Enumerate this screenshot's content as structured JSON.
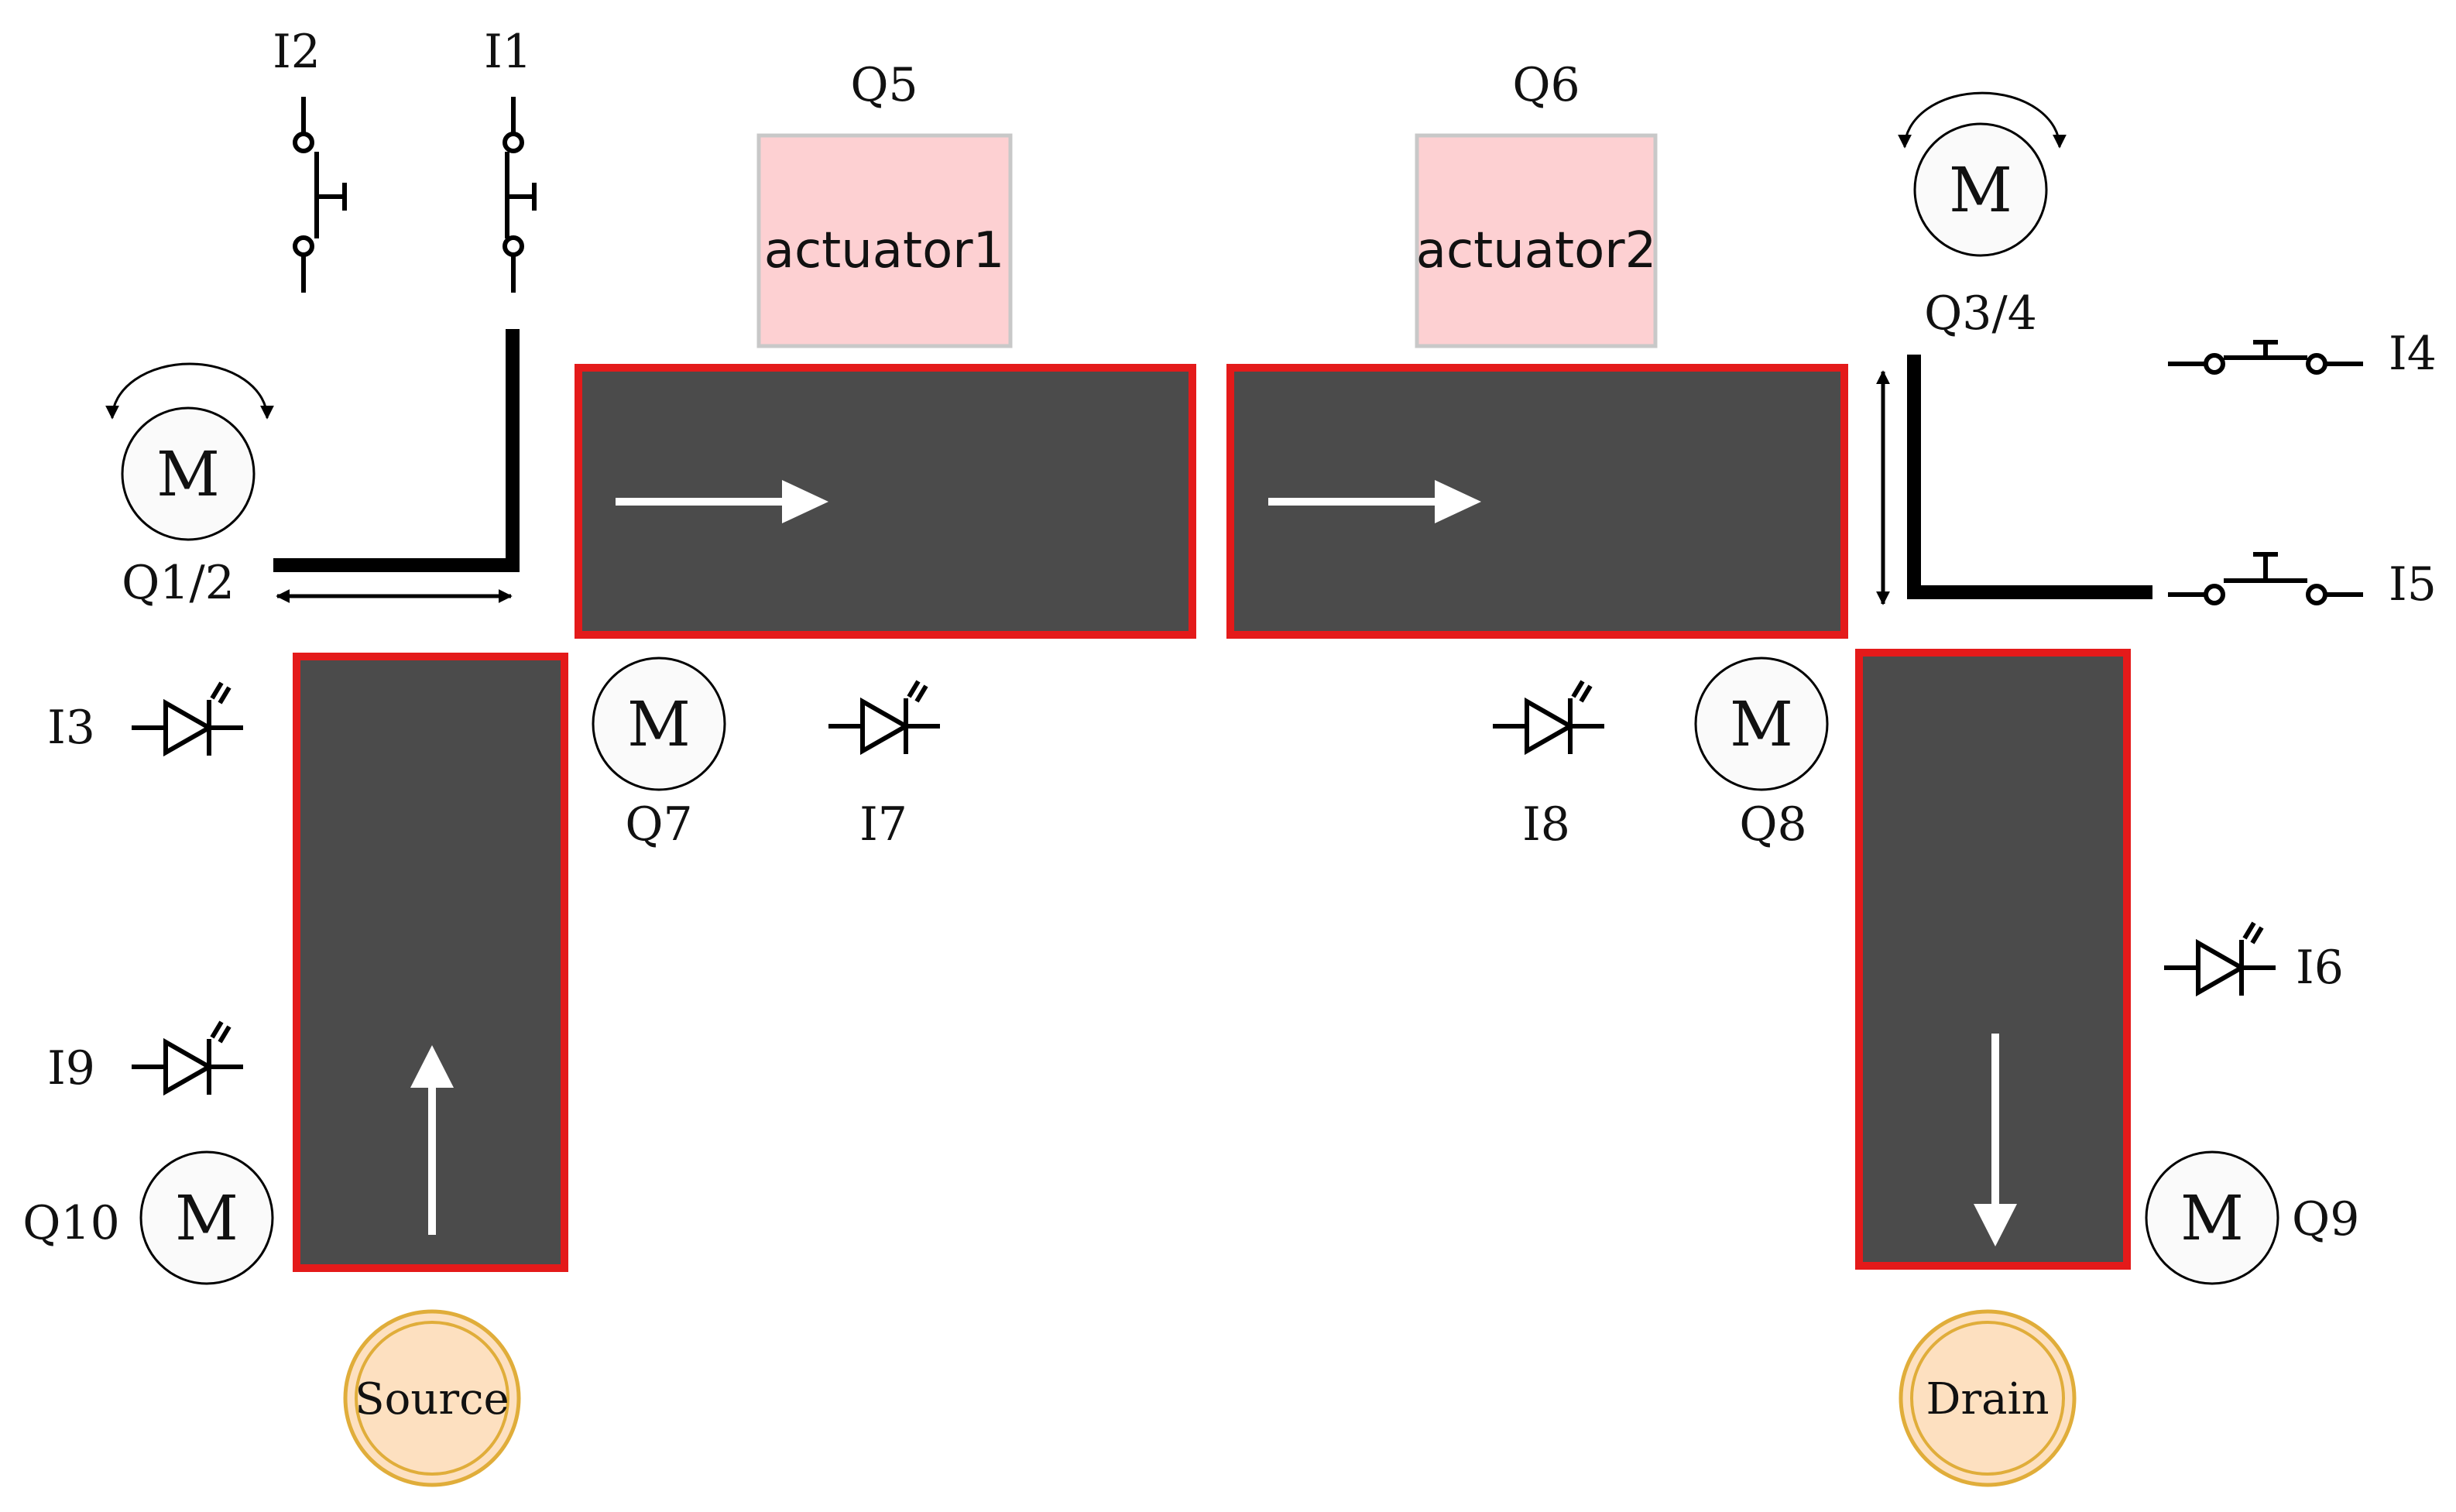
{
  "colors": {
    "conveyor_fill": "#4b4b4b",
    "conveyor_border": "#e41a1a",
    "actuator_fill": "#fdd0d2",
    "actuator_border": "#c8c8c8",
    "node_fill": "#fde0c0",
    "node_ring": "#e0ad3a",
    "motor_fill": "#fafafa",
    "line": "#000000",
    "flow_arrow": "#ffffff"
  },
  "icons": {
    "motor": "motor-icon",
    "switch": "limit-switch-icon",
    "sensor": "light-sensor-icon",
    "rotation": "rotation-arrow-icon"
  },
  "switches": {
    "i1": "I1",
    "i2": "I2",
    "i4": "I4",
    "i5": "I5"
  },
  "sensors": {
    "i3": "I3",
    "i6": "I6",
    "i7": "I7",
    "i8": "I8",
    "i9": "I9"
  },
  "actuators": {
    "q5": {
      "tag": "Q5",
      "text": "actuator1"
    },
    "q6": {
      "tag": "Q6",
      "text": "actuator2"
    }
  },
  "motors": {
    "symbol": "M",
    "q12": "Q1/2",
    "q34": "Q3/4",
    "q7": "Q7",
    "q8": "Q8",
    "q9": "Q9",
    "q10": "Q10"
  },
  "nodes": {
    "source": "Source",
    "drain": "Drain"
  }
}
